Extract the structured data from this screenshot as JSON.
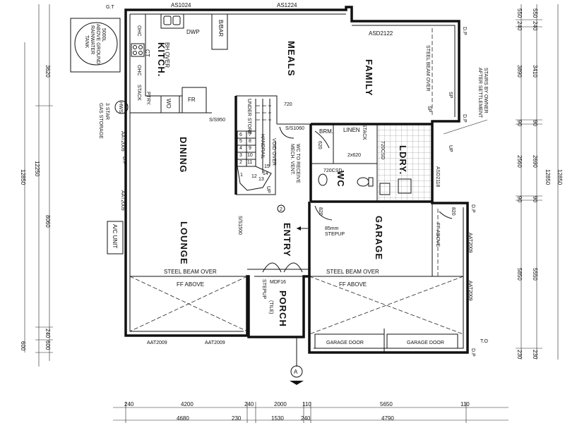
{
  "rooms": {
    "meals": "MEALS",
    "family": "FAMILY",
    "kitchen": "KITCH.",
    "dining": "DINING",
    "lounge": "LOUNGE",
    "entry": "ENTRY",
    "garage": "GARAGE",
    "porch": "PORCH",
    "porch_note": "(TILE)",
    "laundry": "LDRY.",
    "wc": "WC",
    "brm": "BRM.",
    "linen": "LINEN"
  },
  "labels": {
    "tank": [
      "5000L",
      "ABOVE GROUND",
      "RAINWATER",
      "TANK"
    ],
    "hws": "HWS",
    "gas_storage": [
      "3 STAR",
      "GAS STORAGE"
    ],
    "ac_unit": "A/C UNIT",
    "bh_over": [
      "BH OVER",
      "CT"
    ],
    "dwp": "DWP",
    "bbar": "B/BAR",
    "ohc1": "OHC",
    "ohc2": "OHC",
    "stack": "STACK",
    "ptry": "PTRY.",
    "wo": "WO",
    "fr": "FR",
    "steel_beam_family": "STEEL BEAM OVER",
    "stairs_note": [
      "STAIRS BY OWNER",
      "AFTER SETTLEMENT"
    ],
    "steel_beam_lounge": "STEEL BEAM OVER",
    "steel_beam_garage": "STEEL BEAM OVER",
    "ff_above_lounge": "FF ABOVE",
    "ff_above_garage": "FF ABOVE",
    "ff_above_right": "FF ABOVE",
    "garage_door_1": "GARAGE DOOR",
    "garage_door_2": "GARAGE DOOR",
    "under_storage": "UNDER STORE",
    "handrail": "HANDRAIL",
    "void_over": "VOID OVER",
    "wc_note": [
      "WC TO RECEIVE",
      "MECH. VENT."
    ],
    "stepup": [
      "85mm",
      "STEPUP"
    ],
    "mdf": "MDF16",
    "stepup_porch": "STEPUP",
    "section_marker": "A",
    "entry_circle": "2",
    "dp1": "D.P",
    "dp2": "D.P",
    "dp3": "D.P",
    "dp4": "D.P",
    "dp5": "D.P",
    "gt": "G.T",
    "up1": "UP",
    "up2": "UP",
    "to": "T.O",
    "sp1": "SP",
    "sp2": "SP",
    "stack2": "STACK"
  },
  "openings": {
    "as1024": "AS1024",
    "as1224": "AS1224",
    "asd2122": "ASD2122",
    "aat2009_1": "AAT2009",
    "aat2009_2": "AAT2009",
    "aat2009_3": "AAT2009",
    "aat2009_4": "AAT2009",
    "aat2009_bl": "AAT2009",
    "aat2009_br": "AAT2009",
    "asd2118": "ASD2118",
    "s_s950": "S/S950",
    "s_s1060": "S/S1060",
    "s_s1500": "S/S1500",
    "d720a": "720",
    "d620": "620",
    "d2x620": "2x620",
    "d720csd1": "720CSD",
    "d720csd2": "720CSD",
    "d820a": "820",
    "d820b": "820"
  },
  "stair_numbers": [
    "1",
    "2",
    "3",
    "4",
    "5",
    "6",
    "7",
    "8",
    "9",
    "10",
    "11",
    "12",
    "13",
    "14",
    "15"
  ],
  "dims_right": {
    "outer": [
      "550",
      "240",
      "3890",
      "90",
      "2560",
      "90",
      "5850",
      "230"
    ],
    "inner": [
      "550",
      "240",
      "3410",
      "90",
      "2690",
      "90",
      "5550",
      "230"
    ],
    "total_outer": "12850",
    "total_inner": "12850"
  },
  "dims_left": {
    "outer": [
      "3620",
      "8060",
      "240",
      "600"
    ],
    "total_a": "12250",
    "total_b": "12850",
    "small": "600"
  },
  "dims_bottom": {
    "row1": [
      "240",
      "4200",
      "240",
      "2000",
      "110",
      "5650",
      "110"
    ],
    "row2": [
      "4680",
      "230",
      "1530",
      "240",
      "4790"
    ]
  }
}
